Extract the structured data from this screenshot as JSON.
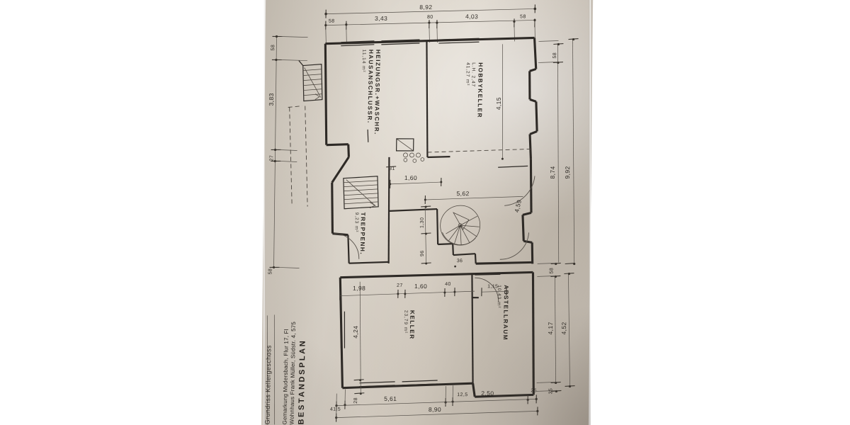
{
  "document": {
    "type": "architectural-floor-plan",
    "title": "BESTANDSPLAN",
    "subtitle_lines": [
      "Wohnhaus Frank Müller, Südstr. 4, 575",
      "Gemarkung Mudersbach, Flur 17, Fl"
    ],
    "floor_label": "Grundriss Kellergeschoss",
    "language": "de",
    "media": "photographed paper print",
    "paper_color": "#d6cfc4",
    "ink_color": "#2e2a26"
  },
  "rooms": [
    {
      "id": "hausanschlussraum",
      "name_lines": [
        "HAUSANSCHLUSSR.",
        "HEIZUNGSR.+WASCHR."
      ],
      "area": "11,14 m²",
      "clear_height": ""
    },
    {
      "id": "hobbykeller",
      "name_lines": [
        "HOBBYKELLER"
      ],
      "area": "41,27 m²",
      "clear_height": "L.H. 2,47"
    },
    {
      "id": "treppenhaus",
      "name_lines": [
        "TREPPENH."
      ],
      "area": "9,23 m²",
      "clear_height": ""
    },
    {
      "id": "keller",
      "name_lines": [
        "KELLER"
      ],
      "area": "23,79 m²",
      "clear_height": ""
    },
    {
      "id": "abstellraum",
      "name_lines": [
        "ABSTELLRAUM"
      ],
      "area": "10,43 m²",
      "clear_height": ""
    }
  ],
  "dimensions": {
    "top_overall": "8,92",
    "top_chain": [
      "58",
      "3,43",
      "80",
      "4,03",
      "58"
    ],
    "bottom_overall": "8,90",
    "bottom_chain": [
      "41,5",
      "5,61",
      "12,5",
      "2,50",
      "25"
    ],
    "bottom_inner": [
      "5,61"
    ],
    "right_overall": "9,92",
    "right_chain": [
      "58",
      "8,74"
    ],
    "right_lower_overall": "4,52",
    "right_lower_chain": [
      "58",
      "4,17",
      "35"
    ],
    "left_chain": [
      "58",
      "3,83",
      "27",
      "58"
    ],
    "interior": [
      "4,15",
      "5,62",
      "4,59",
      "1,60",
      "31",
      "1,30",
      "96",
      "36",
      "1,98",
      "27",
      "1,60",
      "40",
      "1,15",
      "4,24",
      "28"
    ]
  },
  "features": {
    "spiral_stair_label": "spiral-staircase",
    "straight_stair_upper_label": "straight-stair-upper",
    "straight_stair_lower_label": "straight-stair-lower",
    "doors": 5,
    "windows": 7
  }
}
